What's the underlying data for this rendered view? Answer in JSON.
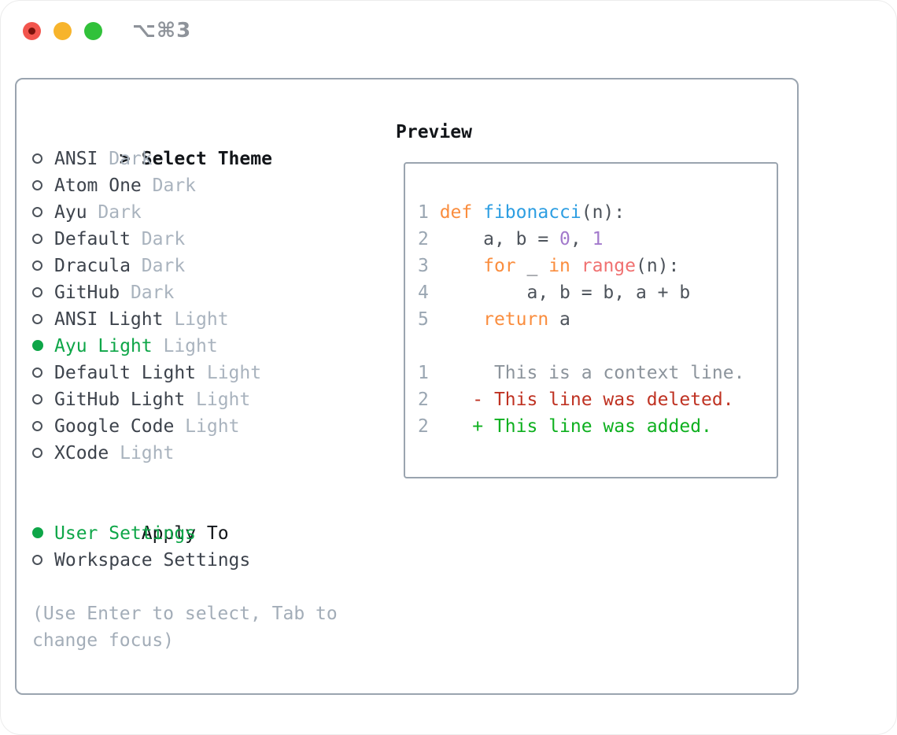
{
  "window": {
    "title": "⌥⌘3",
    "traffic_lights": [
      {
        "name": "close",
        "icon": "close-circle"
      },
      {
        "name": "minimize",
        "icon": "minimize-circle"
      },
      {
        "name": "zoom",
        "icon": "zoom-circle"
      }
    ]
  },
  "colors": {
    "header": "#121519",
    "name": "#3d434c",
    "badge": "#a9b3be",
    "hintc": "#a3adb8",
    "green": "#0ea648",
    "radio": "#4c525a",
    "border": "#9aa4af",
    "titlegray": "#8e939a",
    "lineno": "#9aa6b2",
    "plain": "#4d535b",
    "keyword": "#fa8d3e",
    "function": "#2d9ee2",
    "number": "#a37acc",
    "builtin": "#f07171",
    "context": "#8c949c",
    "removed": "#bf3222",
    "added": "#0eb01f",
    "tlclose": "#f2554d",
    "tlclosedot": "#7a120b",
    "tlmin": "#f7b42c",
    "tlzoom": "#31c13a"
  },
  "icons": {
    "radio_unselected": "circle-outline",
    "radio_selected": "circle-filled",
    "prompt": ">"
  },
  "theme_select": {
    "prompt": ">",
    "title": "Select Theme",
    "items": [
      {
        "name": "ANSI",
        "variant": "Dark",
        "selected": false
      },
      {
        "name": "Atom One",
        "variant": "Dark",
        "selected": false
      },
      {
        "name": "Ayu",
        "variant": "Dark",
        "selected": false
      },
      {
        "name": "Default",
        "variant": "Dark",
        "selected": false
      },
      {
        "name": "Dracula",
        "variant": "Dark",
        "selected": false
      },
      {
        "name": "GitHub",
        "variant": "Dark",
        "selected": false
      },
      {
        "name": "ANSI Light",
        "variant": "Light",
        "selected": false
      },
      {
        "name": "Ayu Light",
        "variant": "Light",
        "selected": true
      },
      {
        "name": "Default Light",
        "variant": "Light",
        "selected": false
      },
      {
        "name": "GitHub Light",
        "variant": "Light",
        "selected": false
      },
      {
        "name": "Google Code",
        "variant": "Light",
        "selected": false
      },
      {
        "name": "XCode",
        "variant": "Light",
        "selected": false
      }
    ]
  },
  "apply_to": {
    "title": "Apply To",
    "options": [
      {
        "label": "User Settings",
        "selected": true
      },
      {
        "label": "Workspace Settings",
        "selected": false
      }
    ]
  },
  "hint": "(Use Enter to select, Tab to change focus)",
  "preview": {
    "title": "Preview",
    "lines": [
      {
        "num": "1",
        "tokens": [
          {
            "t": "def",
            "c": "keyword"
          },
          {
            "t": " ",
            "c": "plain"
          },
          {
            "t": "fibonacci",
            "c": "function"
          },
          {
            "t": "(n):",
            "c": "plain"
          }
        ]
      },
      {
        "num": "2",
        "tokens": [
          {
            "t": "    a, b = ",
            "c": "plain"
          },
          {
            "t": "0",
            "c": "number"
          },
          {
            "t": ", ",
            "c": "plain"
          },
          {
            "t": "1",
            "c": "number"
          }
        ]
      },
      {
        "num": "3",
        "tokens": [
          {
            "t": "    ",
            "c": "plain"
          },
          {
            "t": "for",
            "c": "keyword"
          },
          {
            "t": " _ ",
            "c": "plain"
          },
          {
            "t": "in",
            "c": "keyword"
          },
          {
            "t": " ",
            "c": "plain"
          },
          {
            "t": "range",
            "c": "builtin"
          },
          {
            "t": "(n):",
            "c": "plain"
          }
        ]
      },
      {
        "num": "4",
        "tokens": [
          {
            "t": "        a, b = b, a + b",
            "c": "plain"
          }
        ]
      },
      {
        "num": "5",
        "tokens": [
          {
            "t": "    ",
            "c": "plain"
          },
          {
            "t": "return",
            "c": "keyword"
          },
          {
            "t": " a",
            "c": "plain"
          }
        ]
      },
      {
        "num": "",
        "tokens": []
      },
      {
        "num": "1",
        "tokens": [
          {
            "t": "     This is a context line.",
            "c": "context"
          }
        ]
      },
      {
        "num": "2",
        "tokens": [
          {
            "t": "   - This line was deleted.",
            "c": "removed"
          }
        ]
      },
      {
        "num": "2",
        "tokens": [
          {
            "t": "   + This line was added.",
            "c": "added"
          }
        ]
      }
    ]
  }
}
